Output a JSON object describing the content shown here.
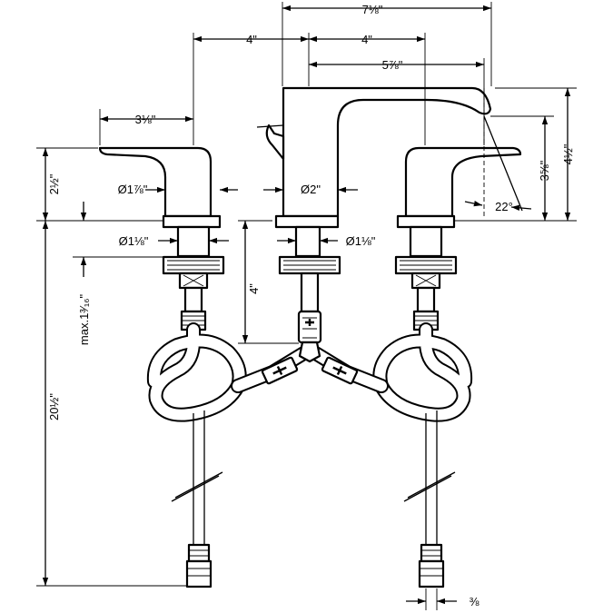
{
  "diagram": {
    "dimensions": {
      "overall_width": "7⅛\"",
      "left_center_to_spout": "4\"",
      "spout_to_right_center": "4\"",
      "spout_reach": "5⅞\"",
      "handle_length": "3⅛\"",
      "handle_height": "2½\"",
      "handle_base_dia": "Ø1⅞\"",
      "spout_base_dia": "Ø2\"",
      "left_shank_dia": "Ø1⅛\"",
      "center_shank_dia": "Ø1⅛\"",
      "max_deck": "max.1³⁄₁₆\"",
      "shank_length": "4\"",
      "total_height": "20½\"",
      "spout_angle": "22°",
      "outlet_height": "3⅝\"",
      "spout_height": "4½\"",
      "supply_size": "⅜"
    }
  }
}
